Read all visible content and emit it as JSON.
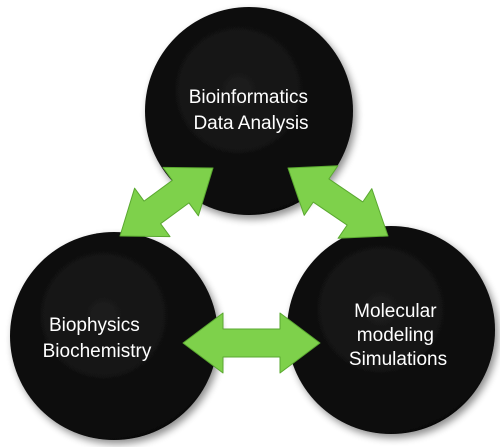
{
  "diagram": {
    "nodes": [
      {
        "id": "bioinformatics",
        "lines": [
          "Bioinformatics",
          "Data Analysis"
        ]
      },
      {
        "id": "biophysics",
        "lines": [
          "Biophysics",
          "Biochemistry"
        ]
      },
      {
        "id": "molecular",
        "lines": [
          "Molecular",
          "modeling",
          "Simulations"
        ]
      }
    ],
    "edges": [
      {
        "from": "bioinformatics",
        "to": "biophysics",
        "style": "double-headed-arrow"
      },
      {
        "from": "bioinformatics",
        "to": "molecular",
        "style": "double-headed-arrow"
      },
      {
        "from": "biophysics",
        "to": "molecular",
        "style": "double-headed-arrow"
      }
    ],
    "colors": {
      "node_fill": "#111111",
      "node_text": "#ffffff",
      "arrow_fill": "#7ed14b",
      "arrow_stroke": "#5aa830"
    }
  }
}
